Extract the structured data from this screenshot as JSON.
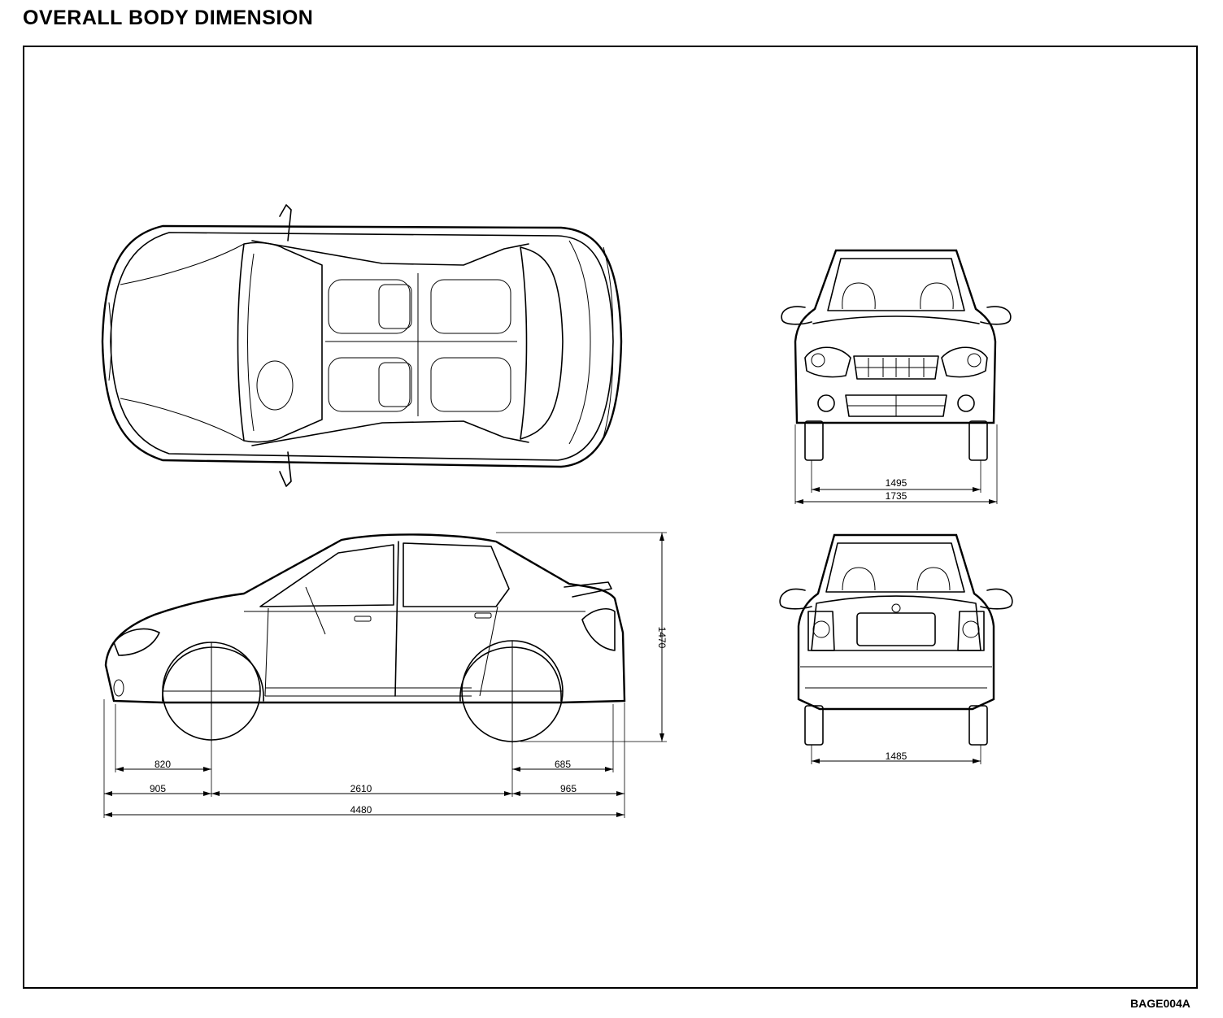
{
  "title": "OVERALL BODY DIMENSION",
  "figure_code": "BAGE004A",
  "dimensions": {
    "side_front_overhang_axle": "820",
    "side_rear_overhang_axle": "685",
    "side_front_overhang": "905",
    "side_wheelbase": "2610",
    "side_rear_overhang": "965",
    "side_overall_length": "4480",
    "side_overall_height": "1470",
    "front_track": "1495",
    "front_overall_width": "1735",
    "rear_track": "1485"
  }
}
